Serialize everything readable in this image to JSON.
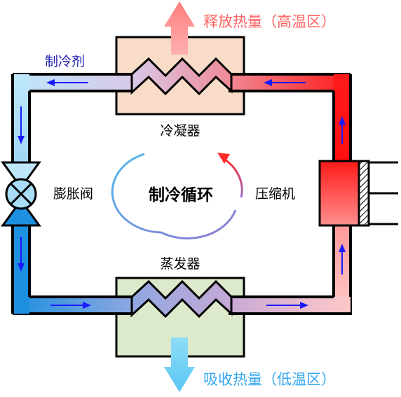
{
  "labels": {
    "release_heat": "释放热量（高温区）",
    "absorb_heat": "吸收热量（低温区）",
    "refrigerant": "制冷剂",
    "condenser": "冷凝器",
    "evaporator": "蒸发器",
    "expansion_valve": "膨胀阀",
    "compressor": "压缩机",
    "cycle": "制冷循环"
  },
  "colors": {
    "hot": "#ff1a1a",
    "hot_light": "#ffb3b3",
    "cold": "#1e90e0",
    "cold_light": "#bfe7fb",
    "mid": "#b9b9e6",
    "condenser_fill": "#f8dcc8",
    "evaporator_fill": "#dceacb",
    "release_arrow": "#ff8a8a",
    "absorb_arrow": "#6fd0f5",
    "flow_arrow": "#1a1aff",
    "refrigerant_text": "#1a1ab0",
    "release_text": "#ff6060",
    "absorb_text": "#33a7ee"
  },
  "icons": {
    "valve": "expansion-valve-icon",
    "compressor": "compressor-icon",
    "cycle": "circular-arrows-icon"
  }
}
